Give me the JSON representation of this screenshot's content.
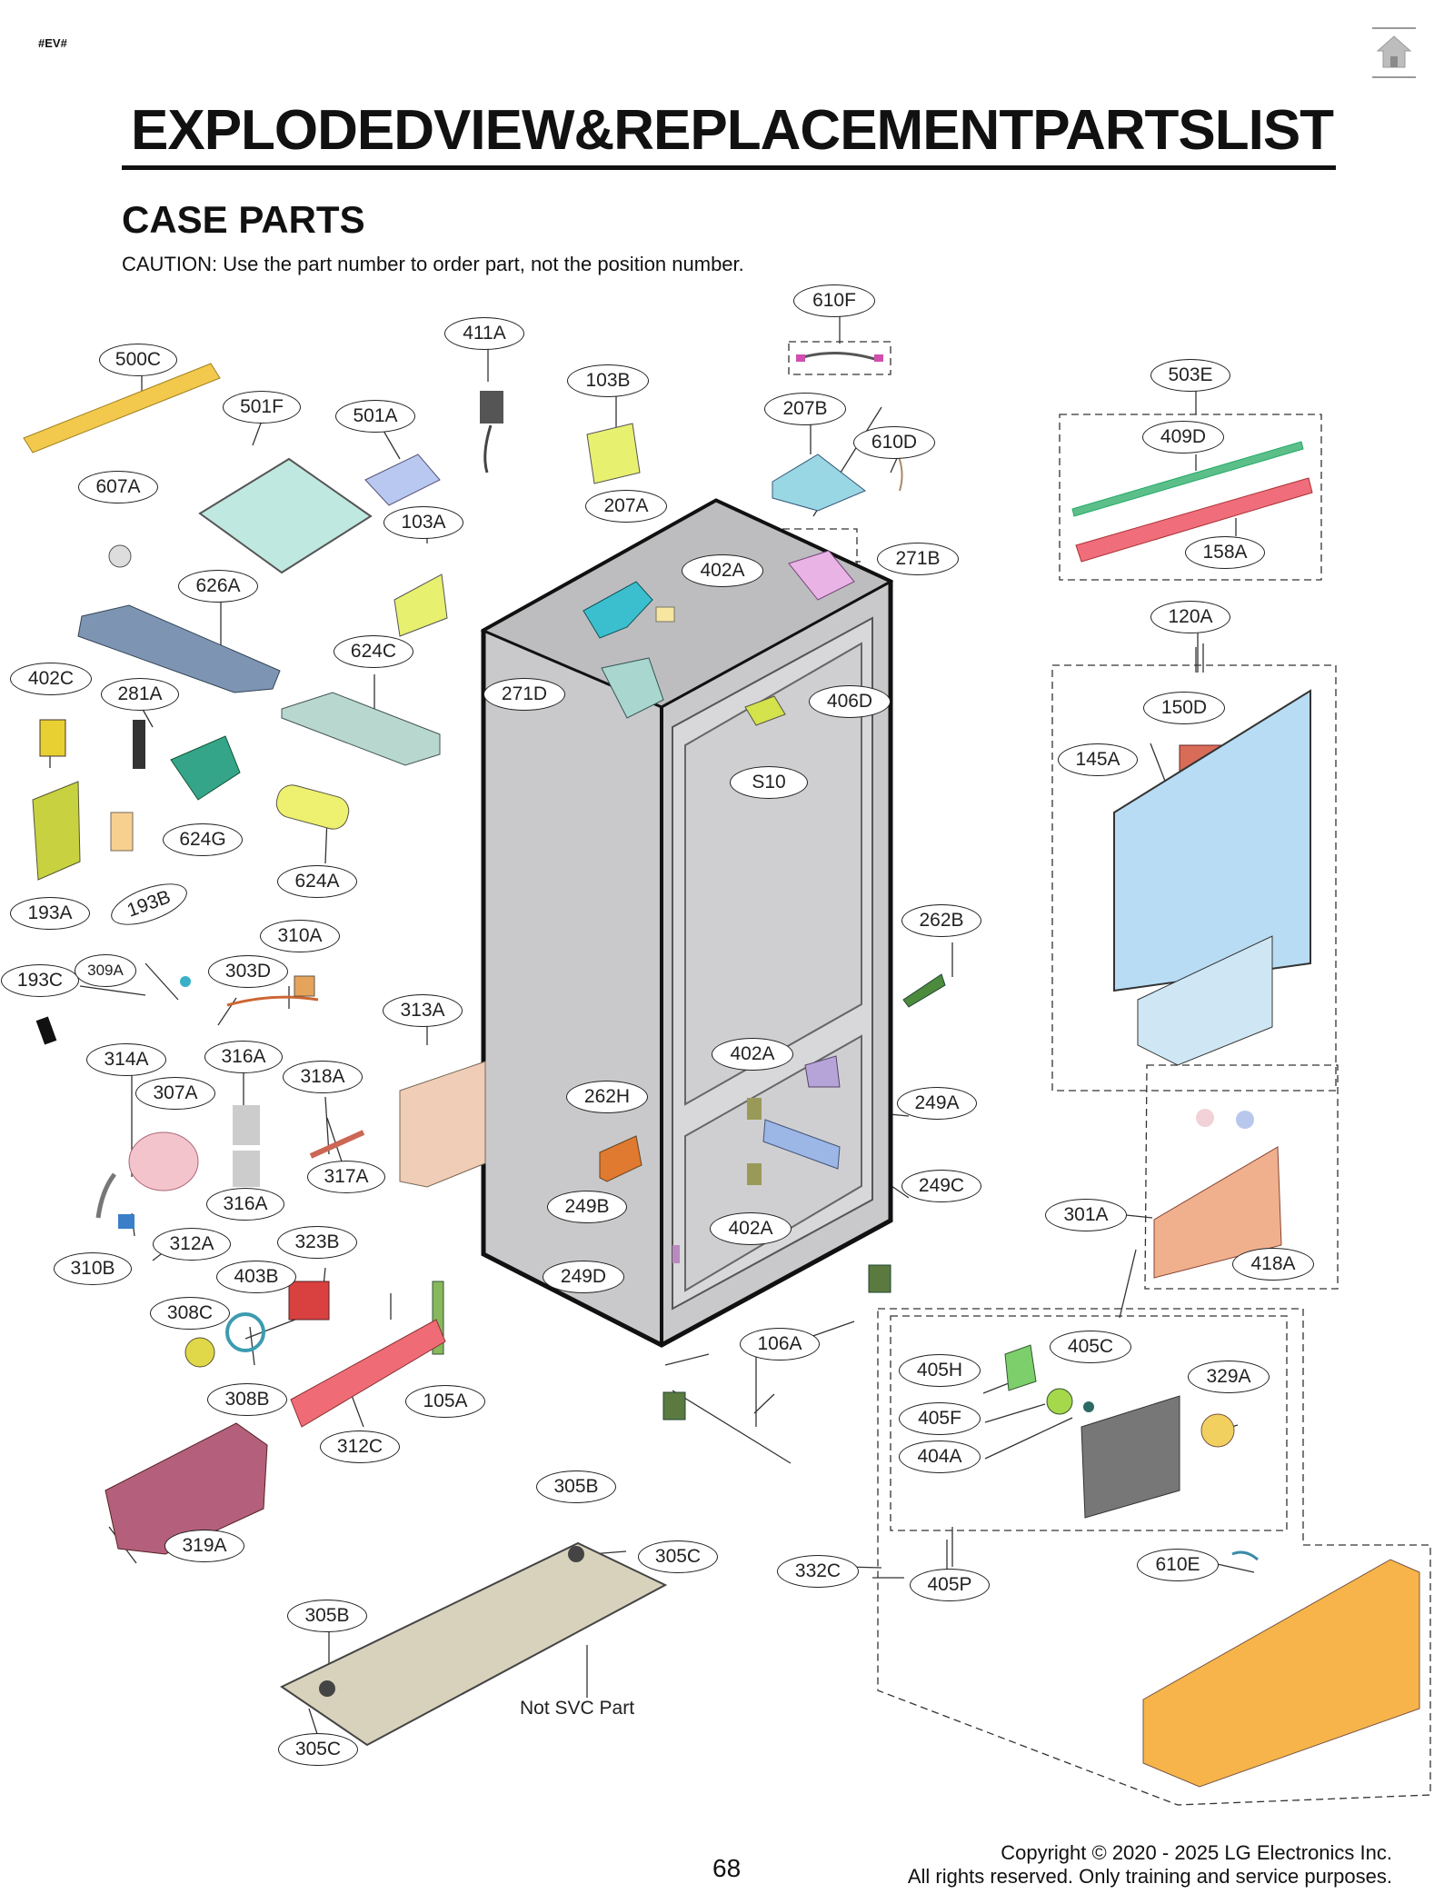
{
  "header": {
    "tag": "#EV#",
    "title": "EXPLODEDVIEW&REPLACEMENTPARTSLIST",
    "section": "CASE PARTS",
    "caution": "CAUTION: Use the part number to order part, not the position number."
  },
  "icons": {
    "home": "home-icon"
  },
  "callouts": {
    "c610F": "610F",
    "c411A": "411A",
    "c500C": "500C",
    "c501F": "501F",
    "c501A": "501A",
    "c103B": "103B",
    "c207B": "207B",
    "c610D": "610D",
    "c503E": "503E",
    "c409D": "409D",
    "c607A": "607A",
    "c103A": "103A",
    "c207A": "207A",
    "c402A_top": "402A",
    "c271B": "271B",
    "c158A": "158A",
    "c626A": "626A",
    "c624C": "624C",
    "c120A": "120A",
    "c402C": "402C",
    "c281A": "281A",
    "c271D": "271D",
    "c406D": "406D",
    "c150D": "150D",
    "c145A": "145A",
    "cS10": "S10",
    "c624G": "624G",
    "c624A": "624A",
    "c193A": "193A",
    "c193B": "193B",
    "c310A": "310A",
    "c262B": "262B",
    "c193C": "193C",
    "c309A": "309A",
    "c303D": "303D",
    "c313A": "313A",
    "c314A": "314A",
    "c316A_top": "316A",
    "c402A_mid": "402A",
    "c318A": "318A",
    "c307A": "307A",
    "c262H": "262H",
    "c249A": "249A",
    "c317A": "317A",
    "c316A_bot": "316A",
    "c249C": "249C",
    "c249B": "249B",
    "c301A": "301A",
    "c312A": "312A",
    "c402A_bot": "402A",
    "c323B": "323B",
    "c418A": "418A",
    "c310B": "310B",
    "c403B": "403B",
    "c249D": "249D",
    "c308C": "308C",
    "c106A": "106A",
    "c405C": "405C",
    "c405H": "405H",
    "c329A": "329A",
    "c308B": "308B",
    "c105A": "105A",
    "c405F": "405F",
    "c312C": "312C",
    "c404A": "404A",
    "c305B_top": "305B",
    "c305C_top": "305C",
    "c319A": "319A",
    "c332C": "332C",
    "c405P": "405P",
    "c610E": "610E",
    "c305B_bot": "305B",
    "c305C_bot": "305C"
  },
  "notes": {
    "not_svc": "Not SVC Part"
  },
  "footer": {
    "page": "68",
    "copyright_line1": "Copyright © 2020 - 2025 LG Electronics Inc.",
    "copyright_line2": "All rights reserved. Only training and service purposes."
  }
}
